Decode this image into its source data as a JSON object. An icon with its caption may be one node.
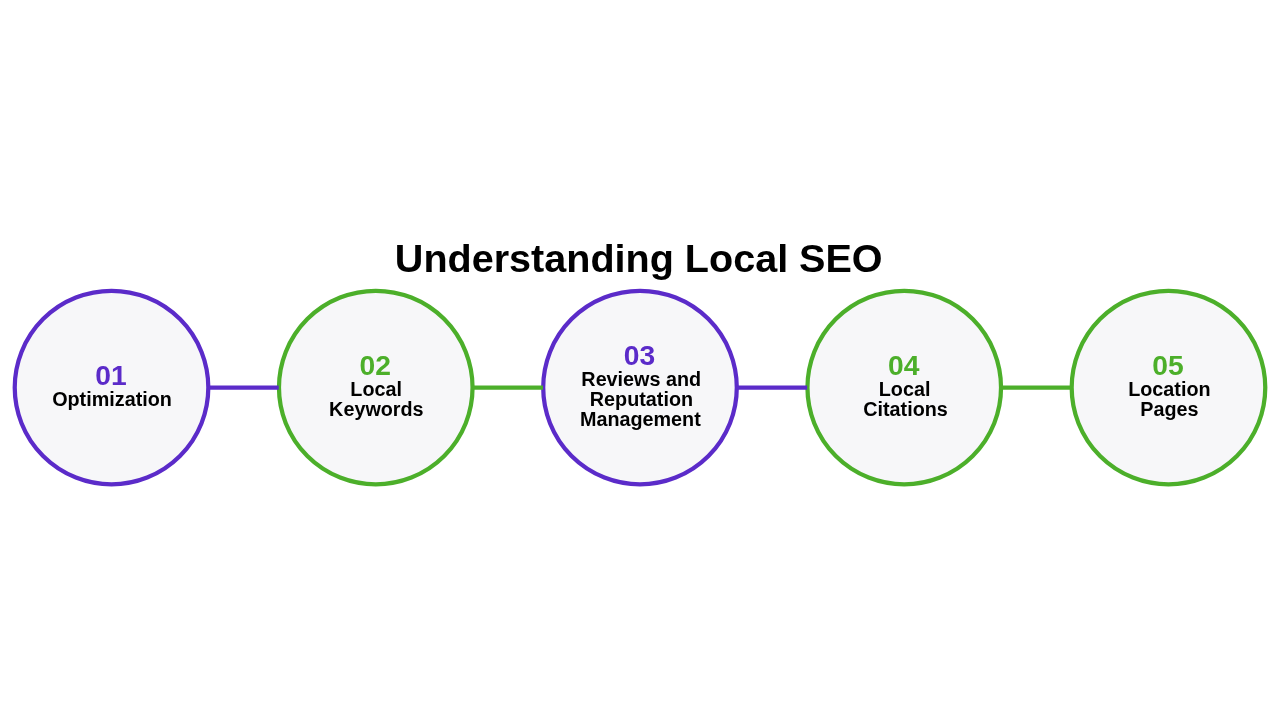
{
  "diagram": {
    "title": "Understanding Local SEO",
    "nodes": [
      {
        "text": [
          "01",
          "Optimization"
        ]
      },
      {
        "text": [
          "02",
          "Local Keywords"
        ]
      },
      {
        "text": [
          "03",
          "Reviews and Reputation Management"
        ]
      },
      {
        "text": [
          "04",
          "Local Citations"
        ]
      },
      {
        "text": [
          "05",
          "Location Pages"
        ]
      }
    ],
    "edges": [
      {
        "from": 0,
        "to": 1,
        "arrow": "none"
      },
      {
        "from": 1,
        "to": 2,
        "arrow": "none",
        "color": "#4caf2a"
      },
      {
        "from": 2,
        "to": 3,
        "arrow": "none"
      },
      {
        "from": 3,
        "to": 4,
        "arrow": "none",
        "color": "#4caf2a"
      }
    ]
  }
}
